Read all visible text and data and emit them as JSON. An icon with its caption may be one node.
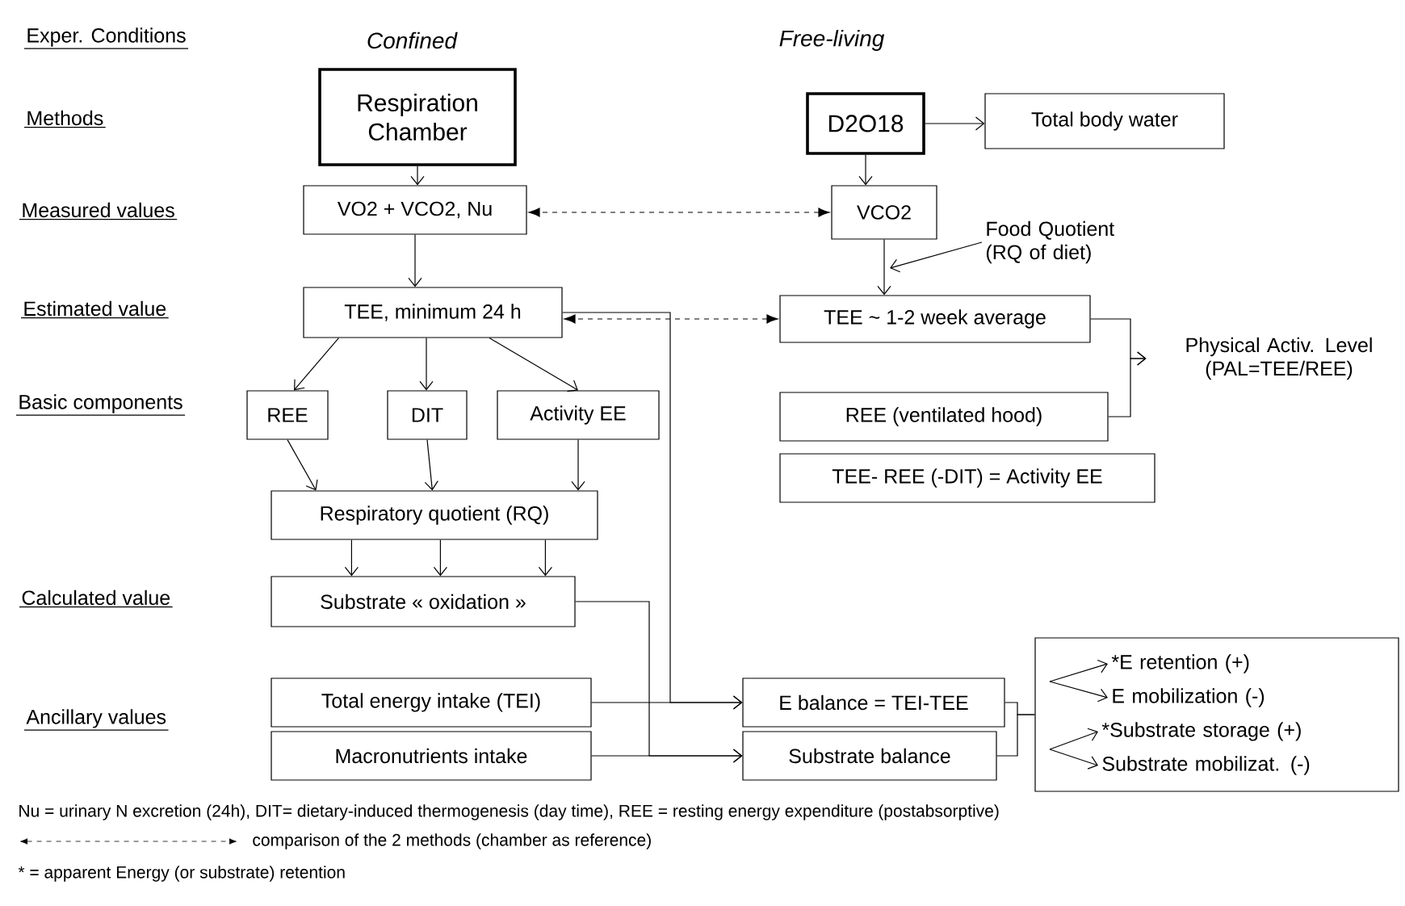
{
  "diagram": {
    "nodes": [
      {
        "text": [
          "Respiration Chamber"
        ]
      },
      {
        "text": [
          "D2O18"
        ]
      },
      {
        "text": [
          "Total body water"
        ]
      },
      {
        "text": [
          "VO2 + VCO2, Nu"
        ]
      },
      {
        "text": [
          "VCO2"
        ]
      },
      {
        "text": [
          "Food Quotient (RQ of diet)"
        ]
      },
      {
        "text": [
          "TEE, minimum 24 h"
        ]
      },
      {
        "text": [
          "TEE ~ 1-2 week average"
        ]
      },
      {
        "text": [
          "Physical Activ. Level (PAL=TEE/REE)"
        ]
      },
      {
        "text": [
          "REE"
        ]
      },
      {
        "text": [
          "DIT"
        ]
      },
      {
        "text": [
          "Activity EE"
        ]
      },
      {
        "text": [
          "REE (ventilated hood)"
        ]
      },
      {
        "text": [
          "TEE- REE (-DIT) = Activity EE"
        ]
      },
      {
        "text": [
          "Respiratory quotient (RQ)"
        ]
      },
      {
        "text": [
          "Substrate « oxidation »"
        ]
      },
      {
        "text": [
          "Total energy intake (TEI)"
        ]
      },
      {
        "text": [
          "E balance = TEI-TEE"
        ]
      },
      {
        "text": [
          "Macronutrients intake"
        ]
      },
      {
        "text": [
          "Substrate balance"
        ]
      },
      {
        "text": [],
        "shape": "box"
      },
      {
        "text": [
          "*E retention (+)"
        ],
        "in": 20
      },
      {
        "text": [
          "E mobilization (-)"
        ],
        "in": 20
      },
      {
        "text": [
          "*Substrate storage (+)"
        ],
        "in": 20
      },
      {
        "text": [
          "Substrate mobilizat. (-)"
        ],
        "in": 20
      }
    ],
    "edges": [
      {
        "from": 0,
        "to": 3,
        "arrow": "to"
      },
      {
        "from": 1,
        "to": 2,
        "arrow": "to"
      },
      {
        "from": 1,
        "to": 4,
        "arrow": "to"
      },
      {
        "from": 4,
        "to": 3,
        "arrow": "both",
        "style": "dashed"
      },
      {
        "from": 3,
        "to": 6,
        "arrow": "to"
      },
      {
        "from": 4,
        "to": 7,
        "arrow": "to"
      },
      {
        "from": 5,
        "to": null,
        "arrow": "to"
      },
      {
        "from": 7,
        "to": 6,
        "arrow": "both",
        "style": "dashed"
      },
      {
        "from": 6,
        "to": 9,
        "arrow": "to"
      },
      {
        "from": 6,
        "to": 10,
        "arrow": "to"
      },
      {
        "from": 6,
        "to": 11,
        "arrow": "to"
      },
      {
        "from": 6,
        "to": 17,
        "arrow": "to"
      },
      {
        "from": 7,
        "to": 8,
        "arrow": "to"
      },
      {
        "from": 12,
        "to": 8,
        "arrow": "to"
      },
      {
        "from": 9,
        "to": 14,
        "arrow": "to"
      },
      {
        "from": 10,
        "to": 14,
        "arrow": "to"
      },
      {
        "from": 11,
        "to": 14,
        "arrow": "to"
      },
      {
        "from": 14,
        "to": 15,
        "arrow": "to"
      },
      {
        "from": 14,
        "to": 15,
        "arrow": "to"
      },
      {
        "from": 14,
        "to": 15,
        "arrow": "to"
      },
      {
        "from": 16,
        "to": 17,
        "arrow": "to"
      },
      {
        "from": 15,
        "to": 19,
        "arrow": "to"
      },
      {
        "from": 18,
        "to": 19,
        "arrow": "to"
      },
      {
        "from": 17,
        "to": 20,
        "arrow": "none"
      },
      {
        "from": 19,
        "to": 20,
        "arrow": "none"
      },
      {
        "from": null,
        "to": 21,
        "arrow": "to"
      },
      {
        "from": null,
        "to": 22,
        "arrow": "to"
      },
      {
        "from": null,
        "to": 23,
        "arrow": "to"
      },
      {
        "from": null,
        "to": 24,
        "arrow": "to"
      }
    ],
    "labels": [
      "Exper. Conditions",
      "Confined",
      "Free-living",
      "Methods",
      "Measured values",
      "Estimated value",
      "Basic components",
      "Calculated value",
      "Ancillary values",
      "Nu = urinary N excretion (24h),  DIT= dietary-induced thermogenesis (day time), REE = resting energy expenditure (postabsorptive)",
      "* = apparent Energy (or substrate) retention"
    ],
    "legend": [
      {
        "text": "comparison of the 2 methods (chamber as reference)"
      }
    ]
  }
}
